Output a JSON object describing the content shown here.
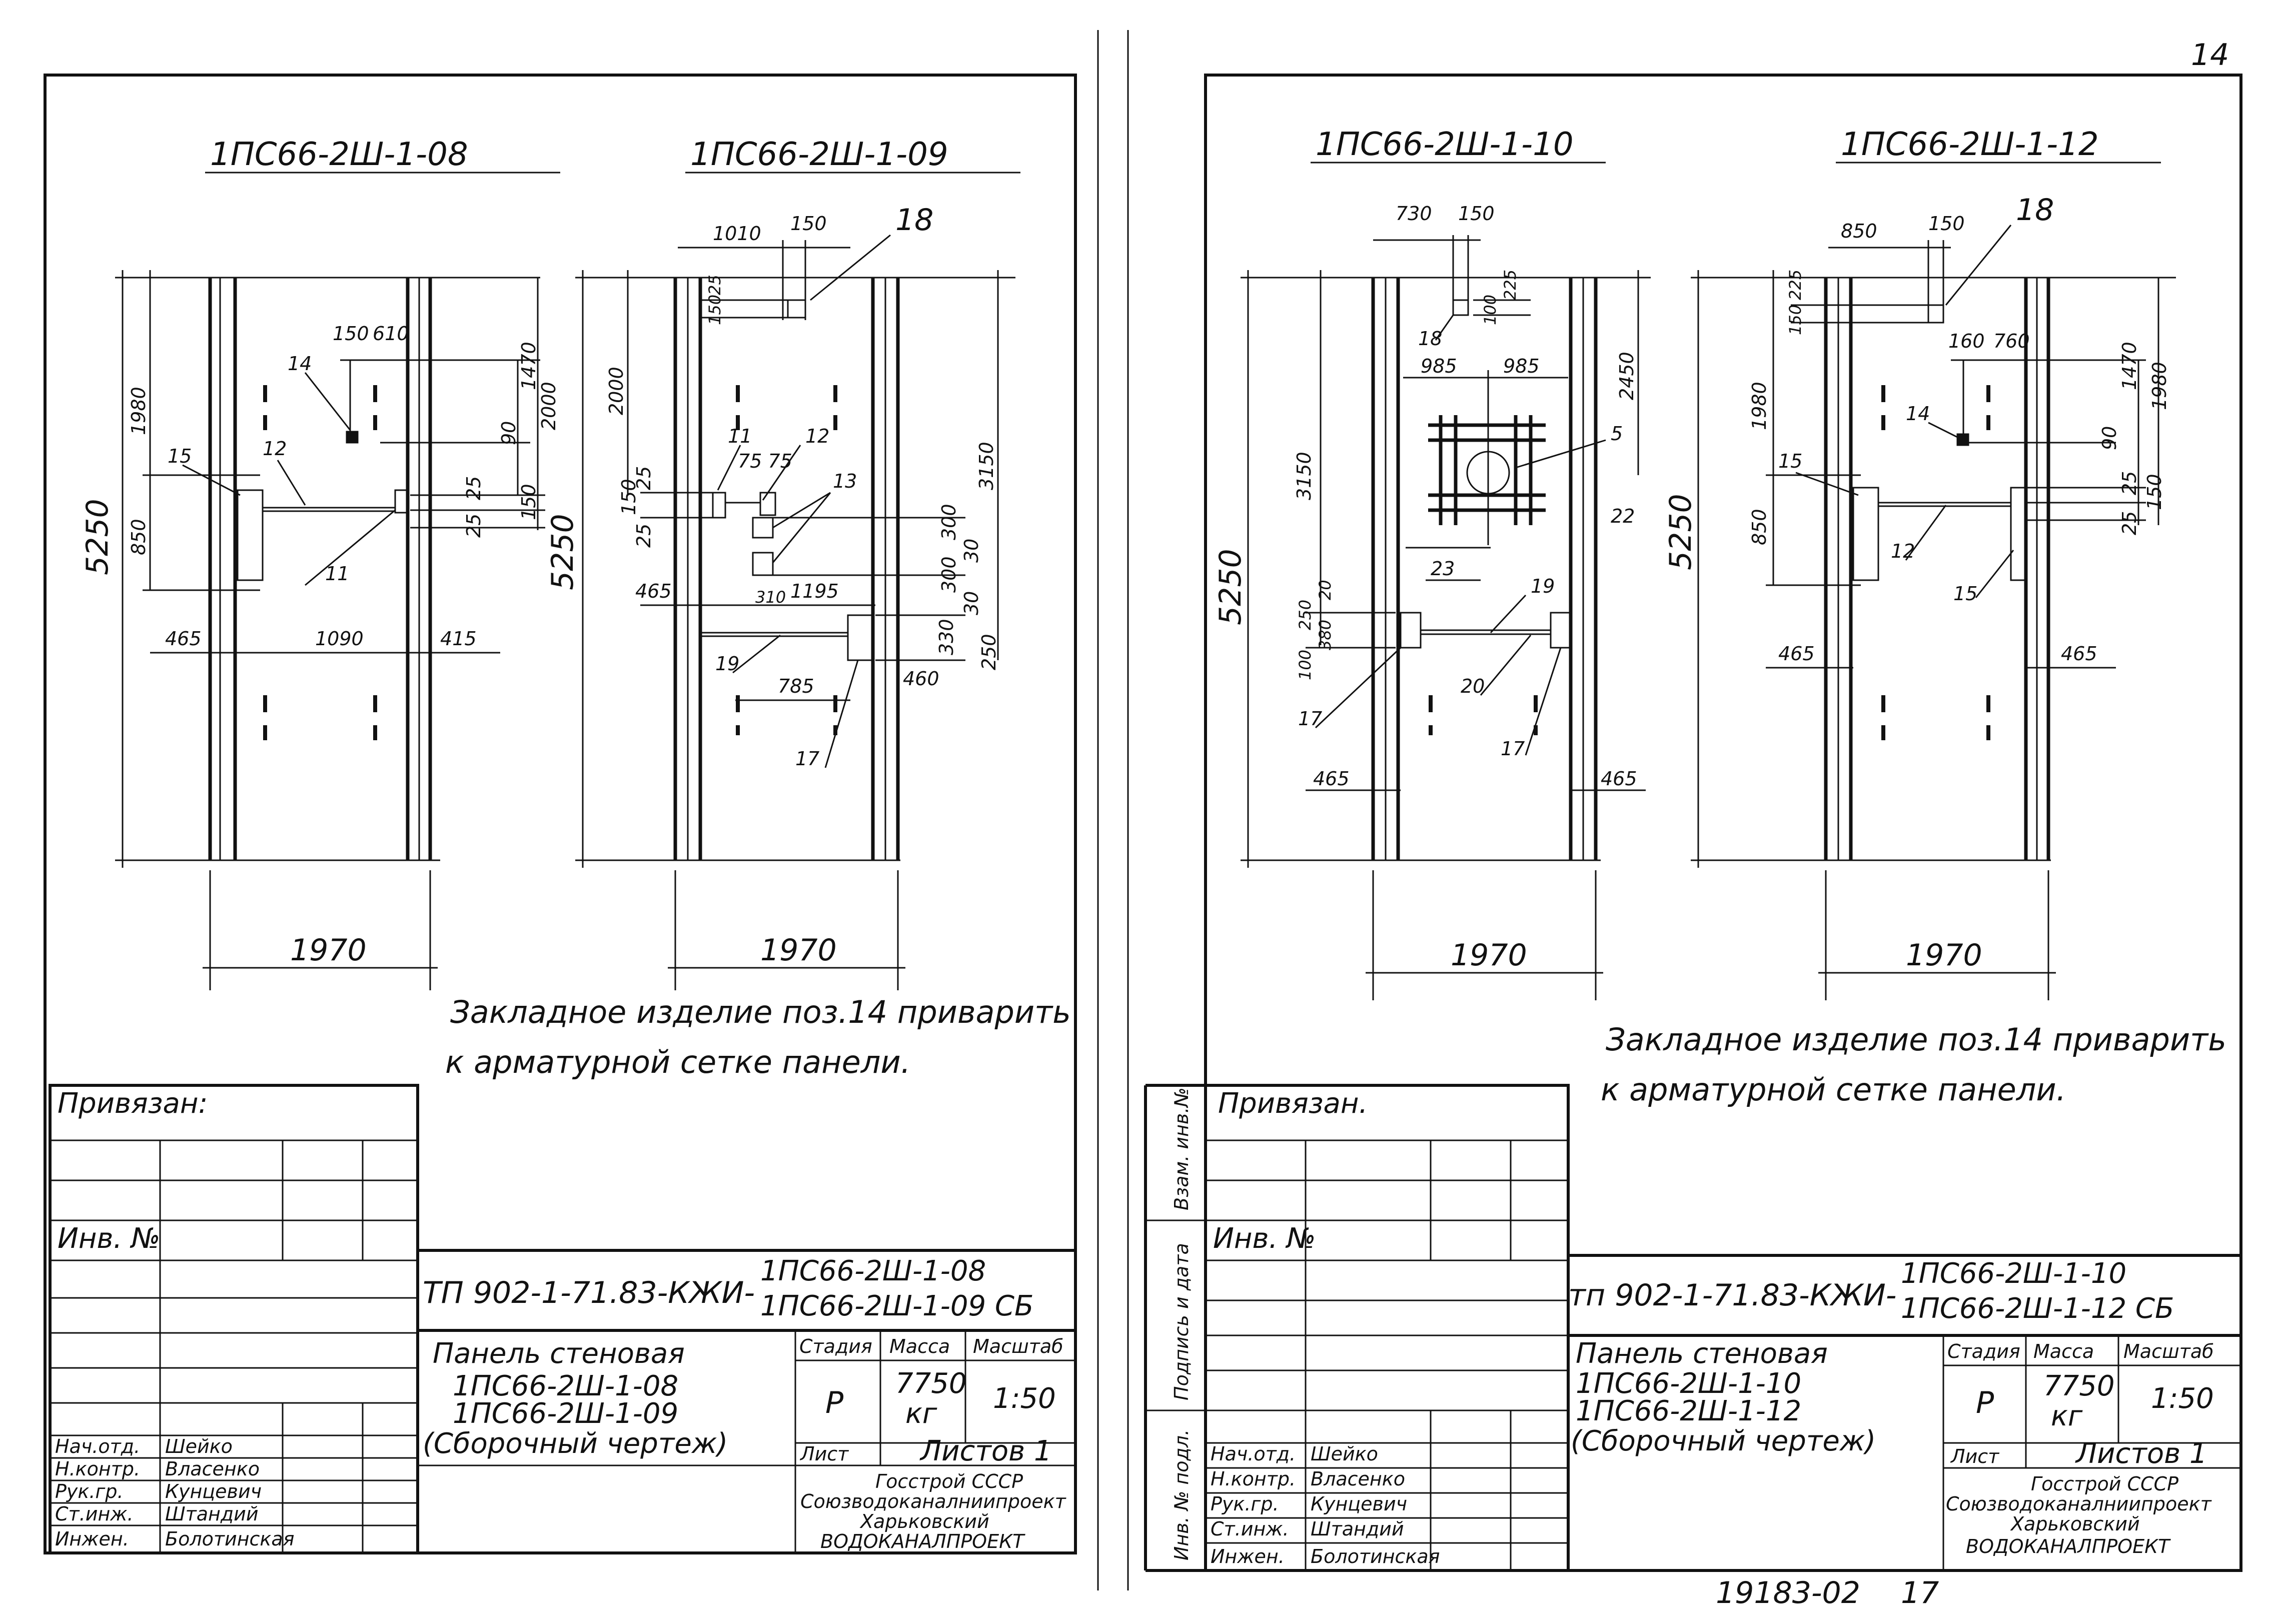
{
  "sheet_number": "14",
  "archive_number": "19183-02",
  "archive_page": "17",
  "left": {
    "title_a": "1ПС66-2Ш-1-08",
    "title_b": "1ПС66-2Ш-1-09",
    "note_line1": "Закладное изделие поз.14 приварить",
    "note_line2": "к арматурной сетке панели.",
    "privyazan": "Привязан:",
    "inv_no": "Инв. №",
    "doc_code": "ТП 902-1-71.83-КЖИ-",
    "doc_mark_1": "1ПС66-2Ш-1-08",
    "doc_mark_2": "1ПС66-2Ш-1-09 СБ",
    "desc_1": "Панель стеновая",
    "desc_2": "1ПС66-2Ш-1-08",
    "desc_3": "1ПС66-2Ш-1-09",
    "desc_4": "(Сборочный чертеж)",
    "col_stage": "Стадия",
    "col_mass": "Масса",
    "col_scale": "Масштаб",
    "stage": "Р",
    "mass": "7750",
    "mass_unit": "кг",
    "scale": "1:50",
    "sheet": "Лист",
    "sheets": "Листов 1",
    "org_1": "Госстрой СССР",
    "org_2": "Союзводоканалниипроект",
    "org_3": "Харьковский",
    "org_4": "ВОДОКАНАЛПРОЕКТ",
    "roles": [
      "Нач.отд.",
      "Н.контр.",
      "Рук.гр.",
      "Ст.инж.",
      "Инжен."
    ],
    "names": [
      "Шейко",
      "Власенко",
      "Кунцевич",
      "Штандий",
      "Болотинская"
    ],
    "dims": {
      "h5250": "5250",
      "h1980": "1980",
      "h850": "850",
      "d465": "465",
      "d1090": "1090",
      "d415": "415",
      "d150": "150",
      "d610": "610",
      "d1470": "1470",
      "d2000": "2000",
      "d90": "90",
      "d25": "25",
      "d150b": "150",
      "d25b": "25",
      "w1970": "1970",
      "p14": "14",
      "p15": "15",
      "p12": "12",
      "p11": "11",
      "b1010": "1010",
      "b150": "150",
      "b18": "18",
      "b225": "25",
      "b150a": "150",
      "b2000": "2000",
      "b3150": "3150",
      "b5250": "5250",
      "b150c": "150",
      "b25": "25",
      "b465": "465",
      "b11": "11",
      "b12": "12",
      "b7575": "75 75",
      "b13": "13",
      "b300a": "300",
      "b30a": "30",
      "b310": "310",
      "b1195": "1195",
      "b300b": "300",
      "b30b": "30",
      "b19": "19",
      "b330": "330",
      "b785": "785",
      "b250": "250",
      "b460": "460",
      "b17": "17",
      "b1970": "1970"
    }
  },
  "right": {
    "title_a": "1ПС66-2Ш-1-10",
    "title_b": "1ПС66-2Ш-1-12",
    "note_line1": "Закладное изделие поз.14 приварить",
    "note_line2": "к арматурной сетке панели.",
    "privyazan": "Привязан.",
    "inv_no": "Инв. №",
    "side_1": "Взам. инв.№",
    "side_2": "Подпись и дата",
    "side_3": "Инв. № подл.",
    "doc_code": "тп 902-1-71.83-КЖИ-",
    "doc_mark_1": "1ПС66-2Ш-1-10",
    "doc_mark_2": "1ПС66-2Ш-1-12 СБ",
    "desc_1": "Панель стеновая",
    "desc_2": "1ПС66-2Ш-1-10",
    "desc_3": "1ПС66-2Ш-1-12",
    "desc_4": "(Сборочный чертеж)",
    "col_stage": "Стадия",
    "col_mass": "Масса",
    "col_scale": "Масштаб",
    "stage": "Р",
    "mass": "7750",
    "mass_unit": "кг",
    "scale": "1:50",
    "sheet": "Лист",
    "sheets": "Листов 1",
    "org_1": "Госстрой СССР",
    "org_2": "Союзводоканалниипроект",
    "org_3": "Харьковский",
    "org_4": "ВОДОКАНАЛПРОЕКТ",
    "roles": [
      "Нач.отд.",
      "Н.контр.",
      "Рук.гр.",
      "Ст.инж.",
      "Инжен."
    ],
    "names": [
      "Шейко",
      "Власенко",
      "Кунцевич",
      "Штандий",
      "Болотинская"
    ],
    "dims": {
      "c730": "730",
      "c150": "150",
      "c18": "18",
      "c100": "100",
      "c225": "225",
      "c985a": "985",
      "c985b": "985",
      "c2450": "2450",
      "c3150": "3150",
      "c5250": "5250",
      "c5": "5",
      "c22": "22",
      "c23": "23",
      "c19": "19",
      "c100b": "100",
      "c250": "250",
      "c380": "380",
      "c20": "20",
      "c20b": "20",
      "c17": "17",
      "c17b": "17",
      "c465a": "465",
      "c465b": "465",
      "c1970": "1970",
      "e850": "850",
      "e150": "150",
      "e18": "18",
      "e225": "225",
      "e150b": "150",
      "e160": "160",
      "e760": "760",
      "e1980": "1980",
      "e1470": "1470",
      "e1980b": "1980",
      "e14": "14",
      "e90": "90",
      "e15": "15",
      "e25": "25",
      "e150c": "150",
      "e25b": "25",
      "e5250": "5250",
      "e850b": "850",
      "e12": "12",
      "e15b": "15",
      "e465a": "465",
      "e465b": "465",
      "e1970": "1970"
    }
  }
}
